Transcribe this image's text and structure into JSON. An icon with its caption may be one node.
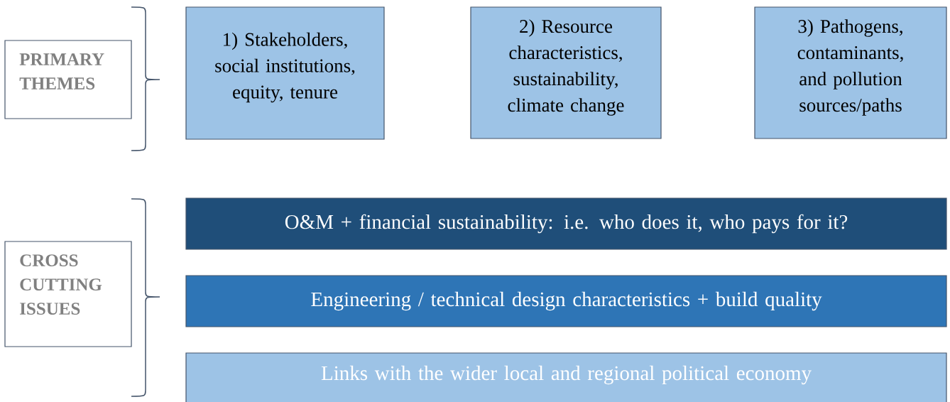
{
  "diagram": {
    "nodes": [
      {
        "text": [
          "PRIMARY THEMES"
        ]
      },
      {
        "text": [
          "1) Stakeholders, social institutions, equity, tenure"
        ]
      },
      {
        "text": [
          "2) Resource characteristics, sustainability, climate change"
        ]
      },
      {
        "text": [
          "3) Pathogens, contaminants, and pollution sources/paths"
        ]
      },
      {
        "text": [
          "CROSS CUTTING ISSUES"
        ]
      },
      {
        "text": [
          "O&M + financial sustainability: i.e. who does it, who pays for it?"
        ]
      },
      {
        "text": [
          "Engineering / technical design characteristics + build quality"
        ]
      },
      {
        "text": [
          "Links with the wider local and regional political economy"
        ]
      }
    ]
  }
}
